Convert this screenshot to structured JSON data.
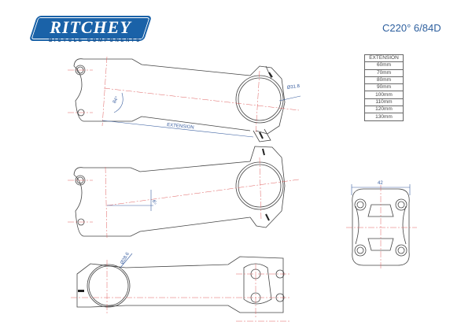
{
  "brand": {
    "name": "RITCHEY",
    "tagline": "BICYCLE COMPONENTS"
  },
  "model": "C220° 6/84D",
  "extension_table": {
    "header": "EXTENSION",
    "rows": [
      "60mm",
      "70mm",
      "80mm",
      "90mm",
      "100mm",
      "110mm",
      "120mm",
      "130mm"
    ]
  },
  "dimensions": {
    "angle": "84°",
    "clamp_diameter": "Ø31.8",
    "extension": "EXTENSION",
    "rise": "6°",
    "steerer_diameter": "Ø28.6",
    "width": "42"
  },
  "colors": {
    "brand": "#1a62a8",
    "dimension": "#3a5fa0",
    "centerline": "#e06060"
  }
}
